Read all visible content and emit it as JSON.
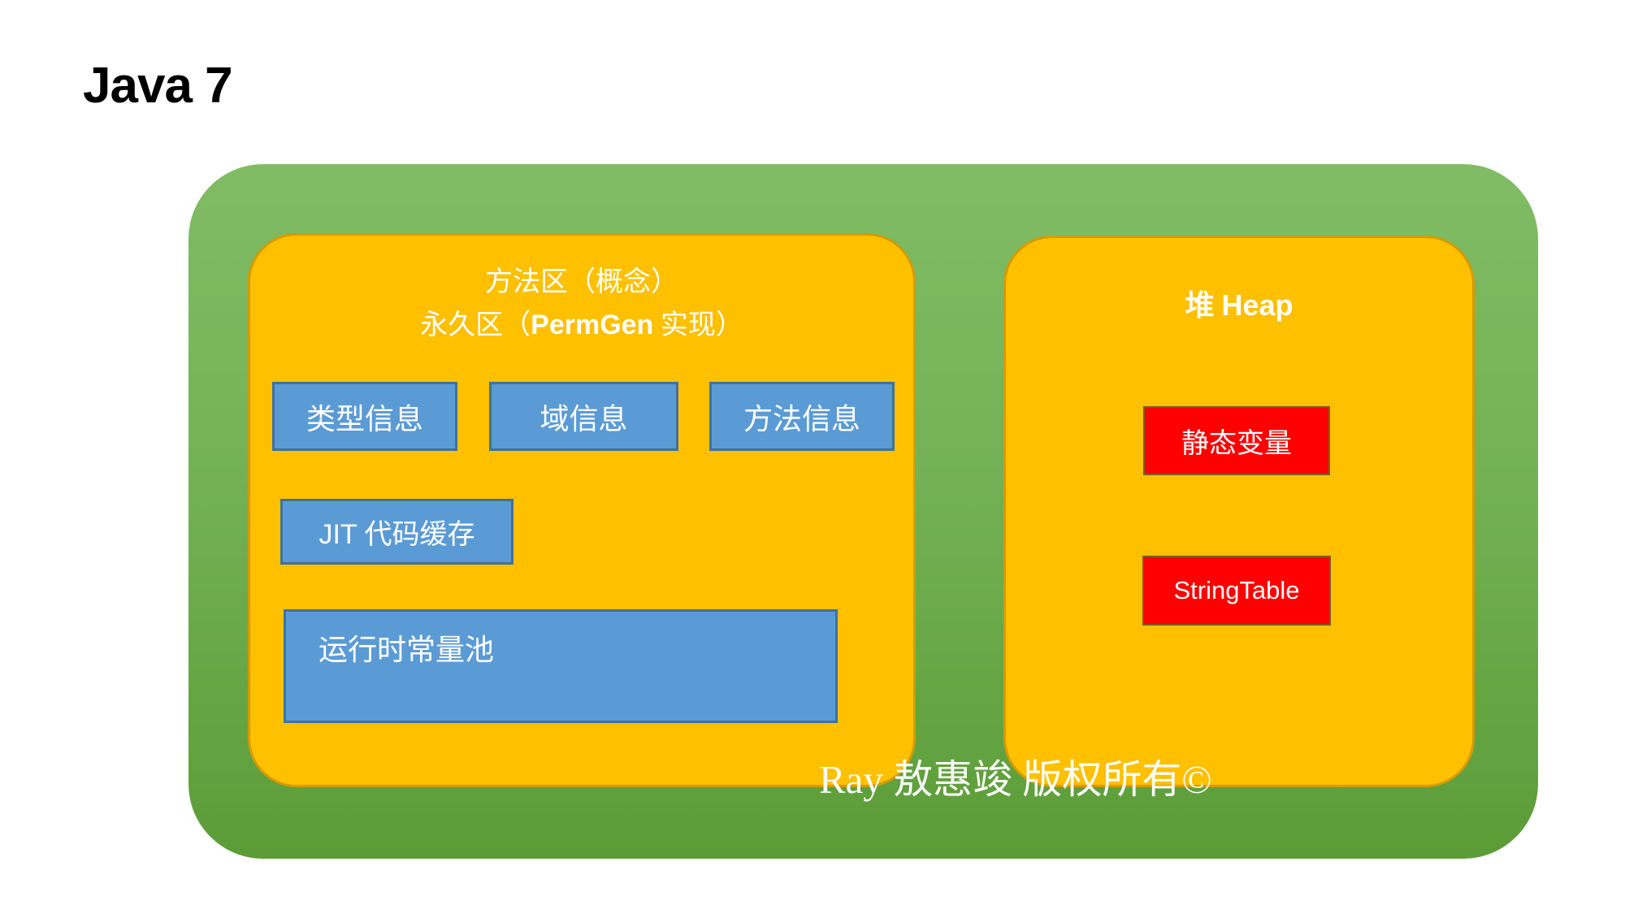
{
  "title": "Java 7",
  "colors": {
    "container_green_top": "#80BC64",
    "container_green_bottom": "#5B9C37",
    "area_orange_fill": "#FFC000",
    "area_orange_border": "#D69B00",
    "block_blue_fill": "#5B9BD5",
    "block_blue_border": "#41719C",
    "block_red_fill": "#FE0000",
    "block_red_border": "#7B5C1E",
    "text_white": "#FFFFFF",
    "title_black": "#000000"
  },
  "method_area": {
    "title_line1": "方法区（概念）",
    "title_line2_prefix": "永久区（",
    "title_line2_permgen": "PermGen",
    "title_line2_suffix": " 实现）",
    "blocks": {
      "type_info": "类型信息",
      "field_info": "域信息",
      "method_info": "方法信息",
      "jit_cache": "JIT 代码缓存",
      "runtime_constant_pool": "运行时常量池"
    }
  },
  "heap": {
    "title_cn": "堆 ",
    "title_en": "Heap",
    "blocks": {
      "static_variables": "静态变量",
      "string_table": "StringTable"
    }
  },
  "watermark": "Ray 敖惠竣 版权所有©"
}
